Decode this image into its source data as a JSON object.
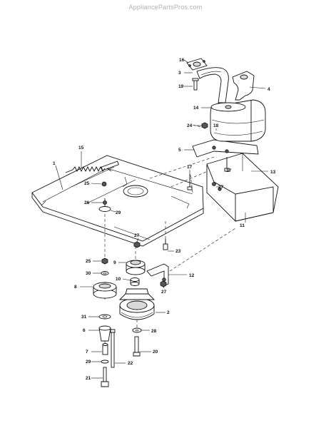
{
  "watermark": "AppliancePartsPros.com",
  "callouts": {
    "c1": "1",
    "c2": "2",
    "c3": "3",
    "c4": "4",
    "c5": "5",
    "c6": "6",
    "c7": "7",
    "c8": "8",
    "c9": "9",
    "c10": "10",
    "c11": "11",
    "c12": "12",
    "c13": "13",
    "c14": "14",
    "c15": "15",
    "c16": "16",
    "c17a": "17",
    "c17b": "17",
    "c18": "18",
    "c19": "19",
    "c20": "20",
    "c21": "21",
    "c22": "22",
    "c23": "23",
    "c24": "24",
    "c25a": "25",
    "c25b": "25",
    "c26": "26",
    "c27a": "27",
    "c27b": "27",
    "c27c": "27",
    "c28": "28",
    "c29a": "29",
    "c29b": "29",
    "c30": "30",
    "c31": "31"
  }
}
